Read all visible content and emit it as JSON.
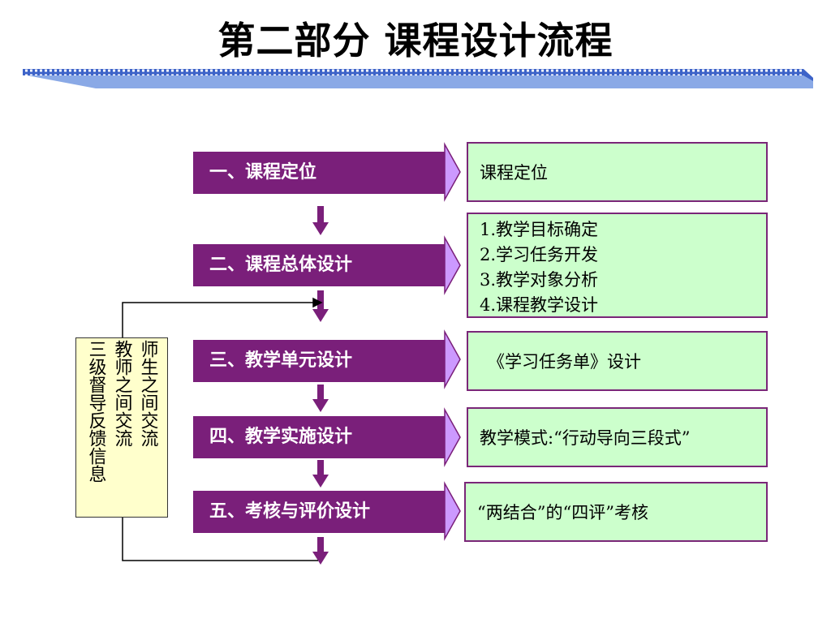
{
  "title": "第二部分 课程设计流程",
  "steps": [
    {
      "label": "一、课程定位"
    },
    {
      "label": "二、课程总体设计"
    },
    {
      "label": "三、教学单元设计"
    },
    {
      "label": "四、教学实施设计"
    },
    {
      "label": "五、考核与评价设计"
    }
  ],
  "details": [
    {
      "lines": [
        "课程定位"
      ]
    },
    {
      "lines": [
        "1.教学目标确定",
        "2.学习任务开发",
        "3.教学对象分析",
        "4.课程教学设计"
      ]
    },
    {
      "lines": [
        "《学习任务单》设计"
      ]
    },
    {
      "lines": [
        "教学模式:“行动导向三段式”"
      ]
    },
    {
      "lines": [
        "“两结合”的“四评”考核"
      ]
    }
  ],
  "feedback": {
    "columns": [
      "三级督导反馈信息",
      "教师之间交流",
      "师生之间交流"
    ]
  },
  "colors": {
    "step_bg": "#7a1f7a",
    "step_arrow": "#cc99ff",
    "info_bg": "#ccffcc",
    "info_border": "#7a2678",
    "side_bg": "#ffffcc",
    "divider": "#3b5fbf"
  }
}
